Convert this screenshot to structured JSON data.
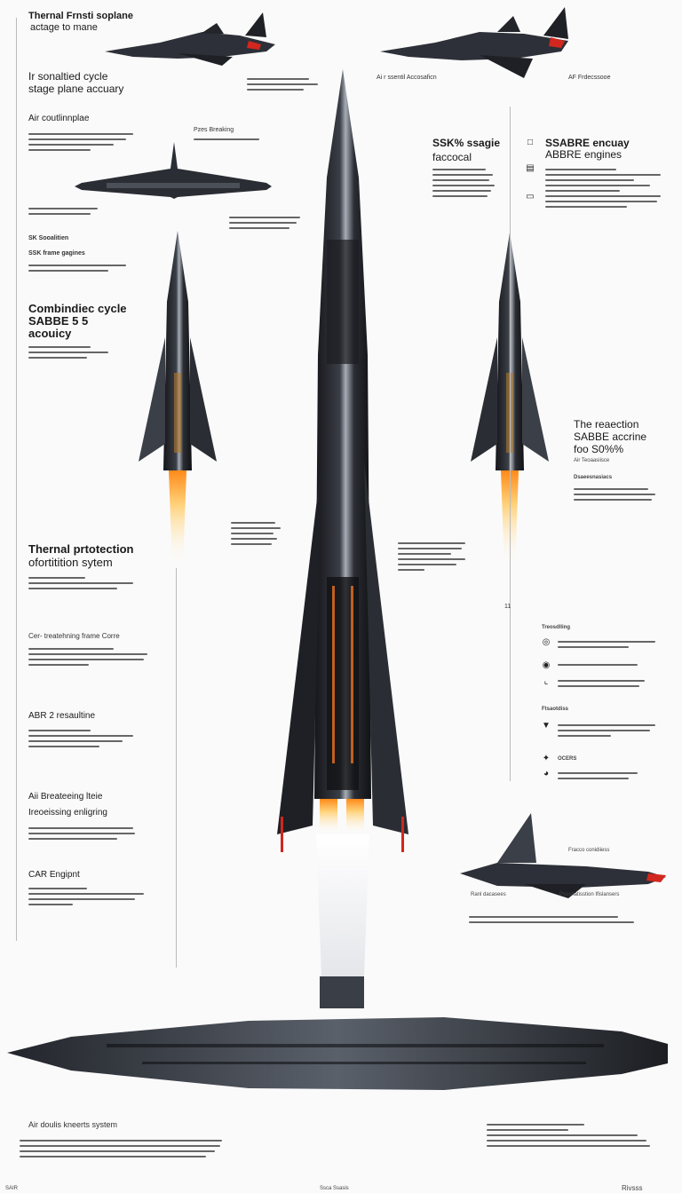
{
  "labels": {
    "top_left_title_1": "Thernal Frnsti soplane",
    "top_left_title_2": "actage to mane",
    "cycle_title_1": "Ir sonaltied cycle",
    "cycle_title_2": "stage plane accuary",
    "air_combustion": "Air coutlinnplae",
    "top_note_left": "Pzes Breaking",
    "sk_label": "SK Sooalitien",
    "sk_sub": "SSK frame gagines",
    "top_center_label": "Ai r ssentil Accosaficn",
    "top_right_label": "AF Frdecssooe",
    "combined_title_1": "Combindiec cycle",
    "combined_title_2": "SABBE 5 5",
    "combined_title_3": "acouicy",
    "sabre_title_1": "SSK% ssagie",
    "sabre_title_2": "faccocal",
    "sabre_engines_1": "SSABRE encuay",
    "sabre_engines_2": "ABBRE engines",
    "reaction_title_1": "The reaection",
    "reaction_title_2": "SABBE accrine",
    "reaction_title_3": "foo S0%%",
    "reaction_sub": "Air Teoaasiisce",
    "reaction_sub2": "Dsaeesnasiacs",
    "thermal_title_1": "Thernal prtotection",
    "thermal_title_2": "ofortitition sytem",
    "center_note_num": "11",
    "core_title": "Cer- treatehning frame Corre",
    "abr_title": "ABR 2 resaultine",
    "breathing_title_1": "Aii Breateeing lteie",
    "breathing_title_2": "Ireoeissing enligring",
    "car_engine": "CAR Engipnt",
    "right_section_1": "Treosdlling",
    "right_section_2": "Ftsaotdiss",
    "ocers": "OCERS",
    "plane_label_top": "Fracco conidiiess",
    "plane_label_left": "Ranl dacasees",
    "plane_label_right": "Psosnatisstion   Ifislansers",
    "bottom_title": "Air doulis kneerts system",
    "footer_left": "SAIR",
    "footer_center": "Ssca Ssasis",
    "footer_right": "Rivsss"
  },
  "colors": {
    "hull_dark": "#1b1c20",
    "hull_mid": "#3b3f47",
    "hull_light": "#9aa1ab",
    "accent_red": "#d2271e",
    "exhaust_orange": "#f0a030",
    "text": "#1a1a1a"
  }
}
